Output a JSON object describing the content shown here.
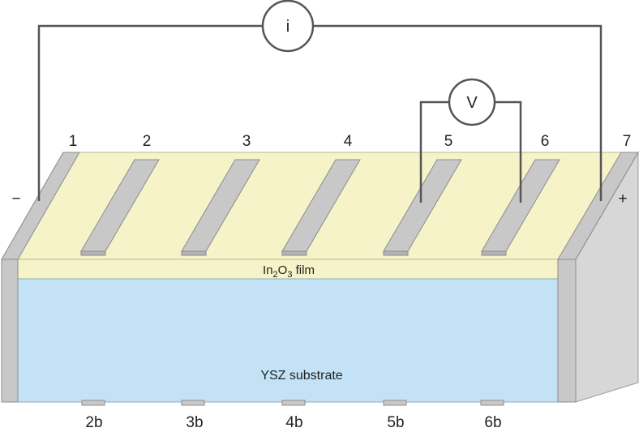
{
  "diagram": {
    "current_meter": "i",
    "voltage_meter": "V",
    "film_label": {
      "prefix": "In",
      "sub1": "2",
      "mid": "O",
      "sub2": "3",
      "suffix": " film"
    },
    "substrate_label": "YSZ substrate",
    "top_contacts": [
      "1",
      "2",
      "3",
      "4",
      "5",
      "6",
      "7"
    ],
    "bottom_contacts": [
      "2b",
      "3b",
      "4b",
      "5b",
      "6b"
    ],
    "negative_sign": "−",
    "positive_sign": "+"
  },
  "colors": {
    "film": "#f5f3c7",
    "substrate": "#c3e2f6",
    "electrode": "#c8c8c8",
    "electrode_edge": "#8c8c8c",
    "side": "#d6d6d6",
    "wire": "#555555"
  }
}
